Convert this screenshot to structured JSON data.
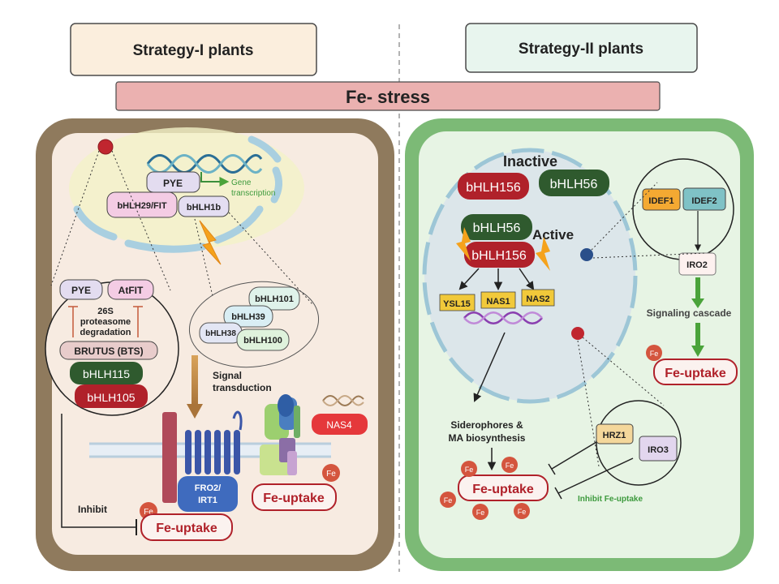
{
  "headers": {
    "strategy1": "Strategy-I plants",
    "strategy2": "Strategy-II plants",
    "fe_stress": "Fe- stress"
  },
  "left": {
    "pye": "PYE",
    "bhlh29_fit": "bHLH29/FIT",
    "bhlh1b": "bHLH1b",
    "gene_transcription_1": "Gene",
    "gene_transcription_2": "transcription",
    "zoom_pye": "PYE",
    "zoom_atfit": "AtFIT",
    "proteasome_1": "26S",
    "proteasome_2": "proteasome",
    "proteasome_3": "degradation",
    "brutus": "BRUTUS (BTS)",
    "bhlh115": "bHLH115",
    "bhlh105": "bHLH105",
    "bhlh101": "bHLH101",
    "bhlh39": "bHLH39",
    "bhlh38": "bHLH38",
    "bhlh100": "bHLH100",
    "signal_1": "Signal",
    "signal_2": "transduction",
    "nas4": "NAS4",
    "fro2_1": "FRO2/",
    "fro2_2": "IRT1",
    "fe_uptake_right": "Fe-uptake",
    "inhibit": "Inhibit",
    "fe_uptake_bottom": "Fe-uptake",
    "fe_label": "Fe"
  },
  "right": {
    "inactive": "Inactive",
    "bhlh156_inactive": "bHLH156",
    "bhlh56_inactive": "bHLH56",
    "bhlh56_active": "bHLH56",
    "active": "Active",
    "bhlh156_active": "bHLH156",
    "ysl15": "YSL15",
    "nas1": "NAS1",
    "nas2": "NAS2",
    "idef1": "IDEF1",
    "idef2": "IDEF2",
    "iro2": "IRO2",
    "signaling_cascade": "Signaling cascade",
    "fe_uptake_top": "Fe-uptake",
    "siderophores_1": "Siderophores &",
    "siderophores_2": "MA biosynthesis",
    "fe_uptake_bottom": "Fe-uptake",
    "hrz1": "HRZ1",
    "iro3": "IRO3",
    "inhibit_fe_uptake": "Inhibit Fe-uptake",
    "fe_label": "Fe"
  },
  "colors": {
    "strategy1_bg": "#fbeedd",
    "strategy2_bg": "#e8f5ee",
    "fe_stress_bg": "#ebb1b0",
    "cell_left_wall": "#8f7a5d",
    "cell_left_inner": "#f7ebe1",
    "cell_right_wall": "#7cba76",
    "cell_right_inner": "#e7f4e4",
    "dark_red": "#b0212a",
    "dark_green": "#2f5a2e",
    "fe_circle": "#d4553e"
  }
}
